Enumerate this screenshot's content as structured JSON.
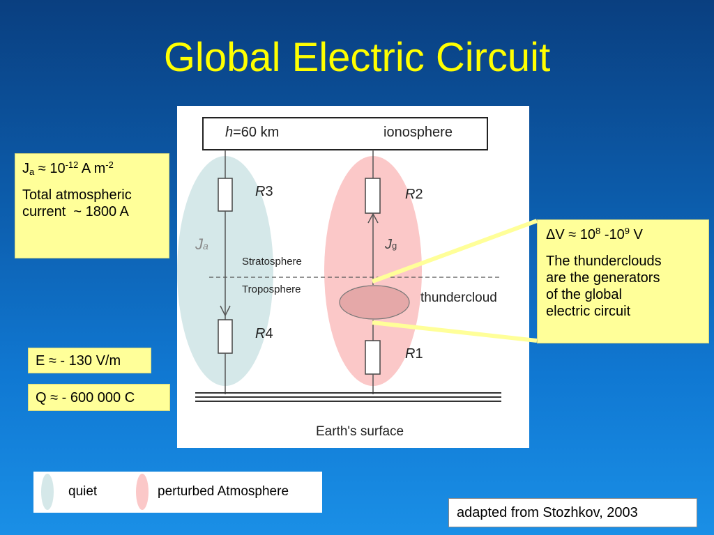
{
  "slide": {
    "title": "Global Electric Circuit"
  },
  "current_box": {
    "j_symbol": "J",
    "j_subscript": "a",
    "approx": " ≈ 10",
    "exp1": "-12",
    "unit": " A m",
    "exp2": "-2",
    "line2": "Total atmospheric",
    "line3": "current  ~ 1800 A"
  },
  "voltage_box": {
    "prefix": "ΔV ≈ 10",
    "exp1": "8",
    "mid": " -10",
    "exp2": "9",
    "suffix": " V",
    "line2": "The thunderclouds",
    "line3": "are the generators",
    "line4": "of the global",
    "line5": "electric circuit"
  },
  "field_box": {
    "text": "E ≈ - 130 V/m"
  },
  "charge_box": {
    "text": "Q ≈ - 600 000 C"
  },
  "diagram": {
    "h_symbol": "h",
    "h_value": "=60 km",
    "ionosphere": "ionosphere",
    "r3_symbol": "R",
    "r3_num": "3",
    "r2_symbol": "R",
    "r2_num": "2",
    "r4_symbol": "R",
    "r4_num": "4",
    "r1_symbol": "R",
    "r1_num": "1",
    "ja_symbol": "J",
    "ja_sub": "a",
    "jg_symbol": "J",
    "jg_sub": "g",
    "stratosphere": "Stratosphere",
    "troposphere": "Troposphere",
    "thundercloud": "thundercloud",
    "earth_surface": "Earth's surface"
  },
  "legend": {
    "quiet": "quiet",
    "perturbed": "perturbed Atmosphere"
  },
  "credit": {
    "text": "adapted from Stozhkov, 2003"
  },
  "colors": {
    "title": "#ffff00",
    "note_box": "#ffff99",
    "quiet_region": "#d5e8e9",
    "perturbed_region": "#fbc8c8",
    "thundercloud": "#e5a8a8"
  }
}
